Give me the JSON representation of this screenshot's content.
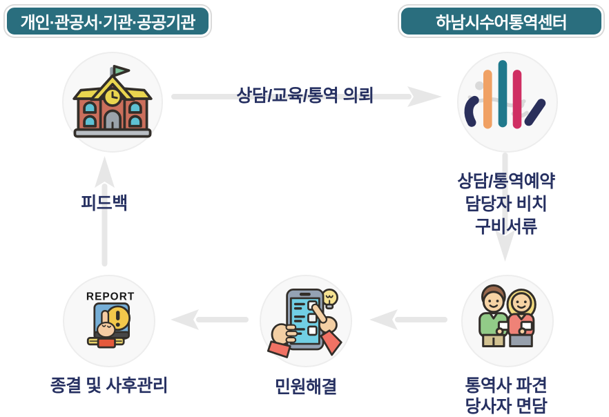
{
  "colors": {
    "badge_background": "#2a6e7e",
    "badge_text": "#ffffff",
    "badge_outline": "#dadada",
    "label_navy": "#263061",
    "arrow_gray": "#e7e7e7",
    "circle_fill": "#f8f8f8",
    "circle_border": "#ededed",
    "logo_navy": "#2a2f5b",
    "logo_orange": "#f0a164",
    "logo_teal": "#20798c",
    "logo_crimson": "#cf2f63"
  },
  "badges": {
    "left": "개인·관공서·기관·공공기관",
    "right": "하남시수어통역센터"
  },
  "labels": {
    "request": "상담/교육/통역 의뢰",
    "reservation_line1": "상담/통역예약",
    "reservation_line2": "담당자 비치",
    "reservation_line3": "구비서류",
    "dispatch_line1": "통역사 파견",
    "dispatch_line2": "당사자 면담",
    "resolution": "민원해결",
    "closure": "종결 및 사후관리",
    "feedback": "피드백"
  },
  "icons": {
    "school": "school-building-icon",
    "center_logo": "sign-language-center-logo-icon",
    "interpreters": "interpreter-people-icon",
    "tablet": "tablet-checklist-icon",
    "report": "report-icon",
    "report_text": "REPORT"
  }
}
